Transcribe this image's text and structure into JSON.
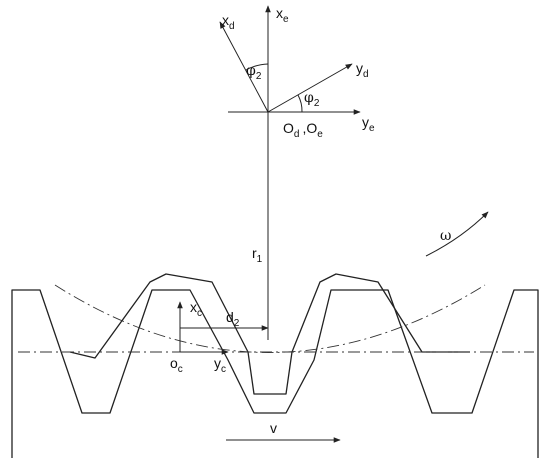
{
  "labels": {
    "xd": {
      "main": "x",
      "sub": "d"
    },
    "xe": {
      "main": "x",
      "sub": "e"
    },
    "yd": {
      "main": "y",
      "sub": "d"
    },
    "ye": {
      "main": "y",
      "sub": "e"
    },
    "phi_top": {
      "main": "φ",
      "sub": "2"
    },
    "phi_right": {
      "main": "φ",
      "sub": "2"
    },
    "origin_d": {
      "main": "O",
      "sub": "d"
    },
    "origin_sep": ",",
    "origin_e": {
      "main": "O",
      "sub": "e"
    },
    "r1": {
      "main": "r",
      "sub": "1"
    },
    "omega": "ω",
    "xc": {
      "main": "x",
      "sub": "c"
    },
    "d2": {
      "main": "d",
      "sub": "2"
    },
    "oc": {
      "main": "o",
      "sub": "c"
    },
    "yc": {
      "main": "y",
      "sub": "c"
    },
    "v": "v"
  }
}
